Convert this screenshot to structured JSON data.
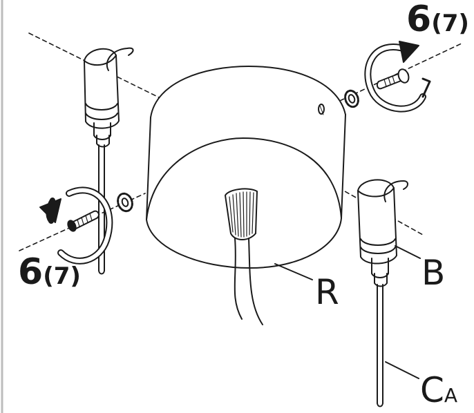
{
  "steps": {
    "top_right": {
      "main": "6",
      "alt": "(7)"
    },
    "bottom_left": {
      "main": "6",
      "alt": "(7)"
    }
  },
  "labels": {
    "rose": "R",
    "bracket": "B",
    "cable_main": "C",
    "cable_sub": "A"
  },
  "colors": {
    "line": "#1a1a1a",
    "frame": "#bdbdbd"
  }
}
